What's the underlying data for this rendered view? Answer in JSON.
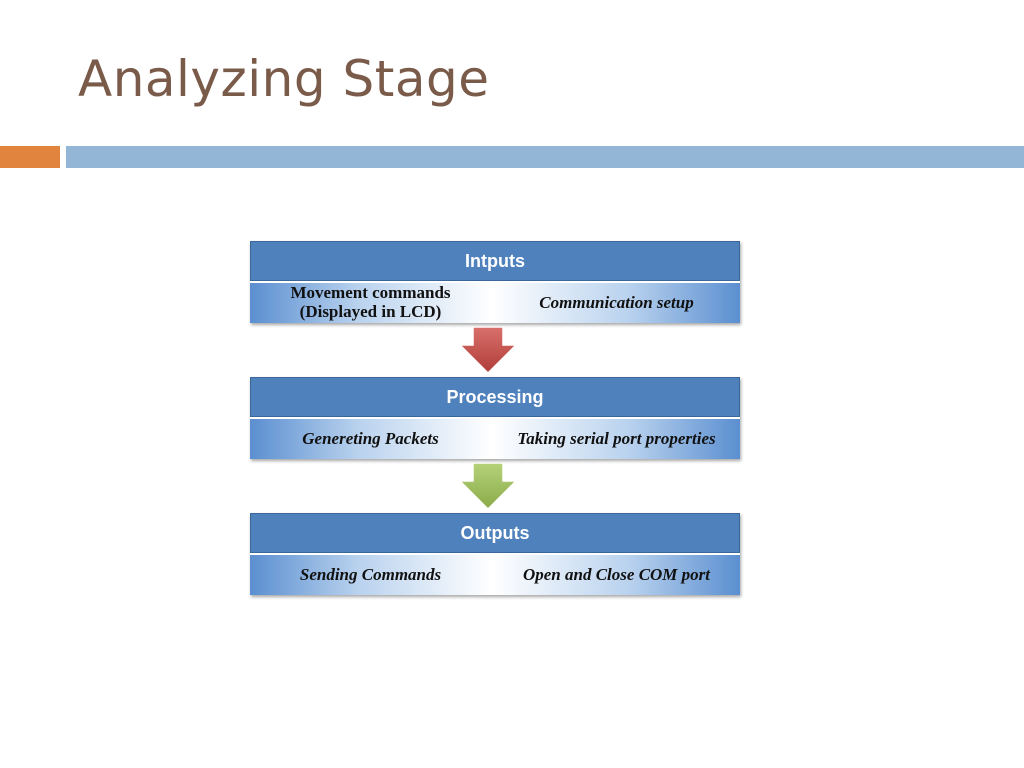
{
  "slide": {
    "title": "Analyzing Stage"
  },
  "accent_colors": {
    "orange": "#e0843e",
    "blue": "#93b6d6",
    "title": "#7a5b4a"
  },
  "diagram": {
    "stages": [
      {
        "title": "Intputs",
        "left": "Movement commands\n(Displayed in LCD)",
        "right": "Communication setup"
      },
      {
        "title": "Processing",
        "left": "Genereting Packets",
        "right": "Taking serial port properties"
      },
      {
        "title": "Outputs",
        "left": "Sending Commands",
        "right": "Open and Close COM port"
      }
    ],
    "arrows": [
      {
        "icon": "down-arrow-icon",
        "color": "#c0504d"
      },
      {
        "icon": "down-arrow-icon",
        "color": "#9bbb59"
      }
    ]
  }
}
